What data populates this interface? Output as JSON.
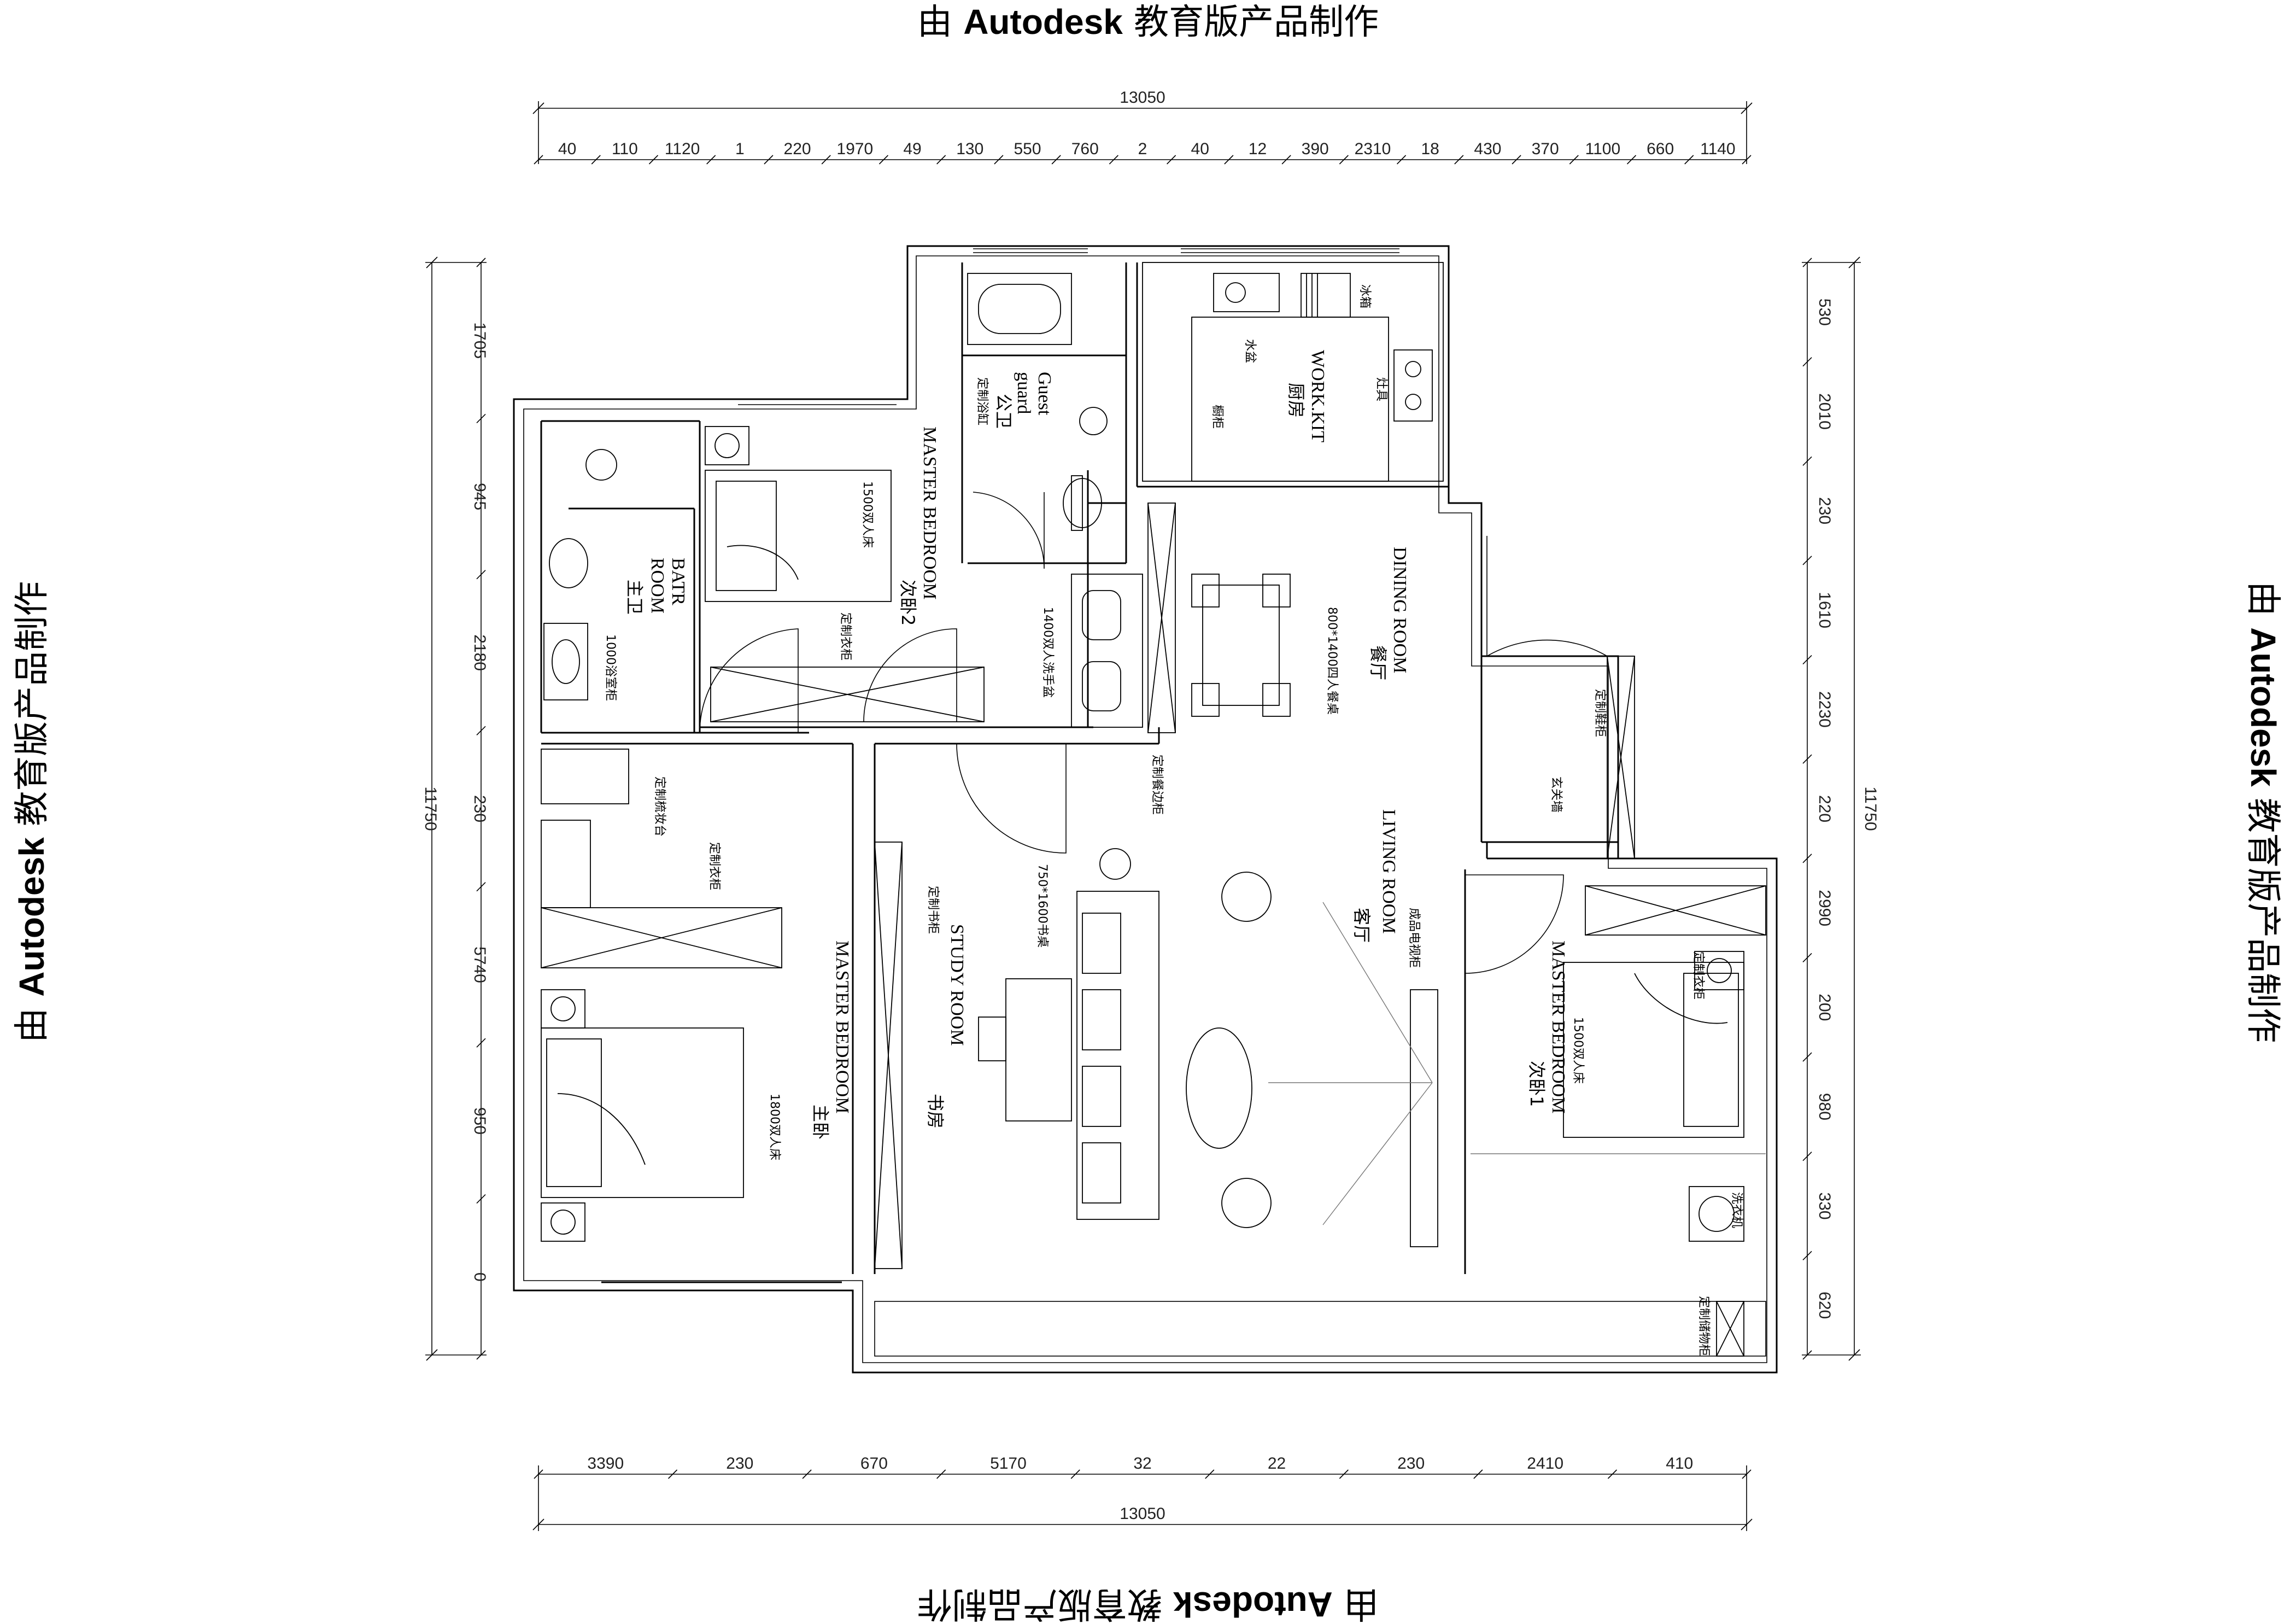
{
  "watermark": {
    "prefix": "由 ",
    "brand": "Autodesk",
    "suffix": " 教育版产品制作"
  },
  "dimensions": {
    "top_total": "13050",
    "top_segments": [
      "40",
      "110",
      "1120",
      "1",
      "220",
      "1970",
      "49",
      "130",
      "550",
      "760",
      "2",
      "40",
      "12",
      "390",
      "2310",
      "18",
      "430",
      "370",
      "1100",
      "660",
      "1140"
    ],
    "bottom_total": "13050",
    "bottom_segments": [
      "3390",
      "230",
      "670",
      "5170",
      "32",
      "22",
      "230",
      "2410",
      "410"
    ],
    "left_total": "11750",
    "left_segments": [
      "1705",
      "945",
      "2180",
      "230",
      "5740",
      "950",
      "0"
    ],
    "right_total": "11750",
    "right_segments": [
      "530",
      "2010",
      "230",
      "1610",
      "2230",
      "220",
      "2990",
      "200",
      "980",
      "330",
      "620"
    ]
  },
  "rooms": {
    "master_bedroom_2": {
      "en": "MASTER BEDROOM",
      "cn": "次卧2",
      "bed": "1500双人床",
      "wardrobe": "定制衣柜"
    },
    "bath_room": {
      "en1": "BATR",
      "en2": "ROOM",
      "cn": "主卫",
      "basin": "1000浴室柜"
    },
    "guest_guard": {
      "en1": "Guest",
      "en2": "guard",
      "cn": "公卫",
      "bath": "定制浴缸"
    },
    "kitchen": {
      "en": "WORK.KIT",
      "cn": "厨房",
      "sink": "水盆",
      "stove": "灶具",
      "fridge": "冰箱",
      "cabinet": "橱柜"
    },
    "dining_room": {
      "en": "DINING ROOM",
      "cn": "餐厅",
      "table": "800*1400四人餐桌",
      "basin": "1400双人洗手盆",
      "side": "定制餐边柜"
    },
    "living_room": {
      "en": "LIVING ROOM",
      "cn": "客厅",
      "tv": "成品电视柜"
    },
    "entrance": {
      "shoe": "定制鞋柜",
      "cn": "玄关墙"
    },
    "study_room": {
      "en": "STUDY ROOM",
      "cn": "书房",
      "desk": "750*1600书桌",
      "bookcase": "定制书柜"
    },
    "master_bedroom": {
      "en": "MASTER BEDROOM",
      "cn": "主卧",
      "bed": "1800双人床",
      "dresser": "定制梳妆台",
      "wardrobe": "定制衣柜"
    },
    "master_bedroom_1": {
      "en": "MASTER BEDROOM",
      "cn": "次卧1",
      "bed": "1500双人床",
      "wardrobe": "定制衣柜",
      "washer": "洗衣机"
    },
    "balcony": {
      "cabinet": "定制储物柜"
    }
  }
}
